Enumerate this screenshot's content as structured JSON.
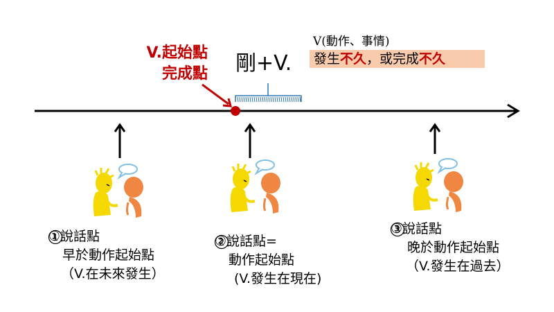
{
  "start_point_label": [
    "V.起始點",
    "完成點"
  ],
  "gang_label": "剛+V.",
  "definition": {
    "title": "V(動作、事情)",
    "parts": [
      "發生",
      "不久",
      "，或完成",
      "不久"
    ]
  },
  "speakers": [
    {
      "lines": [
        "①說話點",
        "早於動作起始點",
        "（V.在未來發生）"
      ]
    },
    {
      "lines": [
        "②說話點=",
        "動作起始點",
        "(V.發生在現在)"
      ]
    },
    {
      "lines": [
        "③說話點",
        "晚於動作起始點",
        "（V.發生在過去）"
      ]
    }
  ],
  "colors": {
    "accent": "#c00000",
    "highlight": "#f8cbad",
    "bracket": "#2e75b6",
    "figure_yellow": "#f5d800",
    "figure_orange": "#ef8641",
    "bubble": "#7fbfe8"
  }
}
